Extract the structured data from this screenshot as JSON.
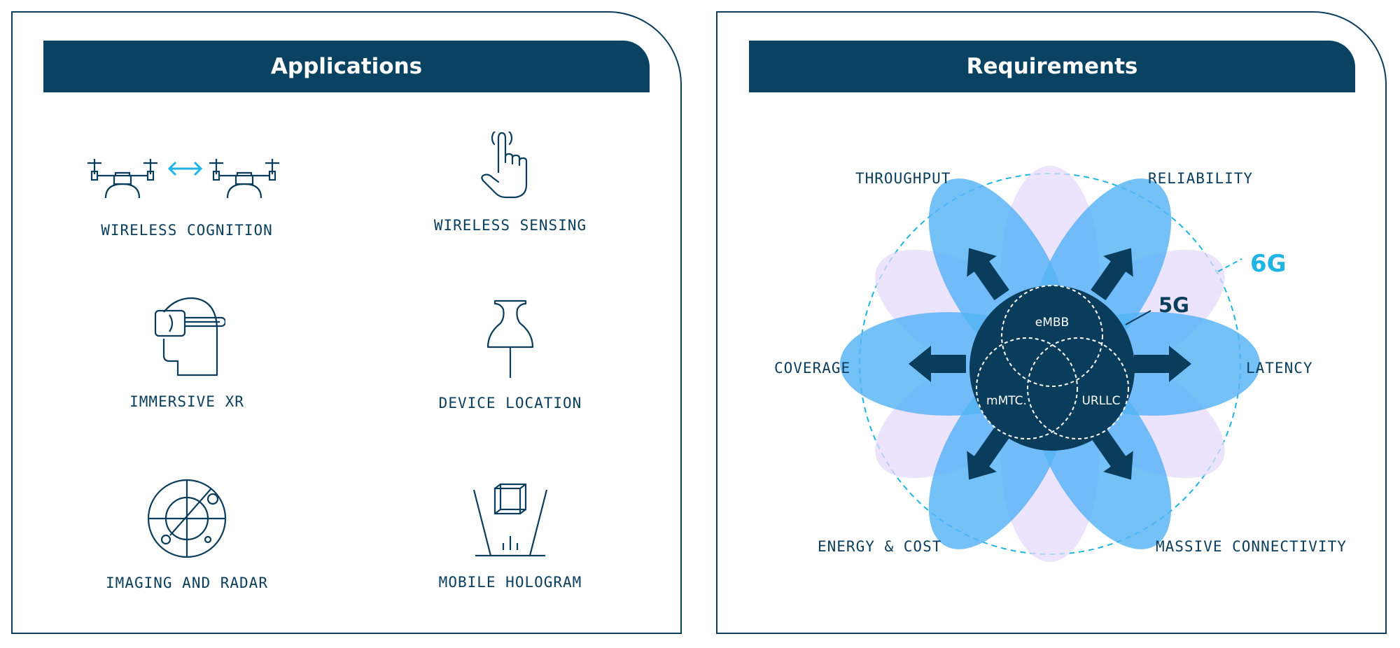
{
  "applications": {
    "title": "Applications",
    "items": [
      {
        "label": "WIRELESS COGNITION",
        "icon": "drones-icon"
      },
      {
        "label": "WIRELESS SENSING",
        "icon": "touch-hand-icon"
      },
      {
        "label": "IMMERSIVE XR",
        "icon": "vr-headset-icon"
      },
      {
        "label": "DEVICE LOCATION",
        "icon": "pushpin-icon"
      },
      {
        "label": "IMAGING AND RADAR",
        "icon": "radar-icon"
      },
      {
        "label": "MOBILE HOLOGRAM",
        "icon": "hologram-icon"
      }
    ]
  },
  "requirements": {
    "title": "Requirements",
    "directions": {
      "throughput": "THROUGHPUT",
      "reliability": "RELIABILITY",
      "coverage": "COVERAGE",
      "latency": "LATENCY",
      "energy_cost": "ENERGY & COST",
      "massive_connectivity": "MASSIVE CONNECTIVITY"
    },
    "gen_6g": "6G",
    "gen_5g": "5G",
    "usecases": {
      "embb": "eMBB",
      "mmtc": "mMTC.",
      "urllc": "URLLC"
    }
  },
  "colors": {
    "navy": "#0a3d5c",
    "header": "#0a4262",
    "accent": "#1fb4e6",
    "petal_blue": "#56b3f7",
    "petal_lavender": "#e6d9fb"
  }
}
